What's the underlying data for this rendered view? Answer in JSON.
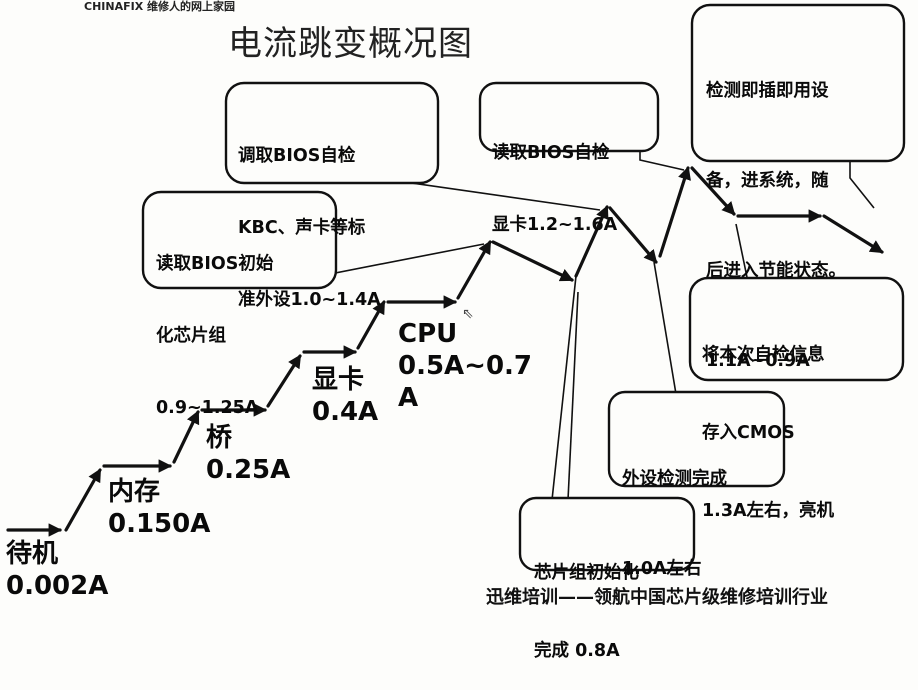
{
  "header": {
    "logo_text": "CHINAFIX 维修人的网上家园",
    "title": "电流跳变概况图"
  },
  "footer": {
    "text": "迅维培训——领航中国芯片级维修培训行业"
  },
  "stages": [
    {
      "name": "待机",
      "value": "0.002A"
    },
    {
      "name": "内存",
      "value": "0.150A"
    },
    {
      "name": "桥",
      "value": "0.25A"
    },
    {
      "name": "显卡",
      "value": "0.4A"
    },
    {
      "name": "CPU",
      "value": "0.5A~0.7",
      "value_cont": "A"
    }
  ],
  "callouts": [
    {
      "id": "chipset-init",
      "lines": [
        "读取BIOS初始",
        "化芯片组",
        "0.9~1.25A"
      ]
    },
    {
      "id": "kbc-sound",
      "lines": [
        "调取BIOS自检",
        "KBC、声卡等标",
        "准外设1.0~1.4A"
      ]
    },
    {
      "id": "gpu-selftest",
      "lines": [
        "读取BIOS自检",
        "显卡1.2~1.6A"
      ]
    },
    {
      "id": "plug-and-play",
      "lines": [
        "检测即插即用设",
        "备，进系统，随",
        "后进入节能状态。",
        "1.1A~0.9A"
      ]
    },
    {
      "id": "save-cmos",
      "lines": [
        "将本次自检信息",
        "存入CMOS",
        "1.3A左右，亮机"
      ]
    },
    {
      "id": "peripheral-done",
      "lines": [
        "外设检测完成",
        "1.0A左右"
      ]
    },
    {
      "id": "chipset-done",
      "lines": [
        "芯片组初始化",
        "完成 0.8A"
      ]
    }
  ]
}
